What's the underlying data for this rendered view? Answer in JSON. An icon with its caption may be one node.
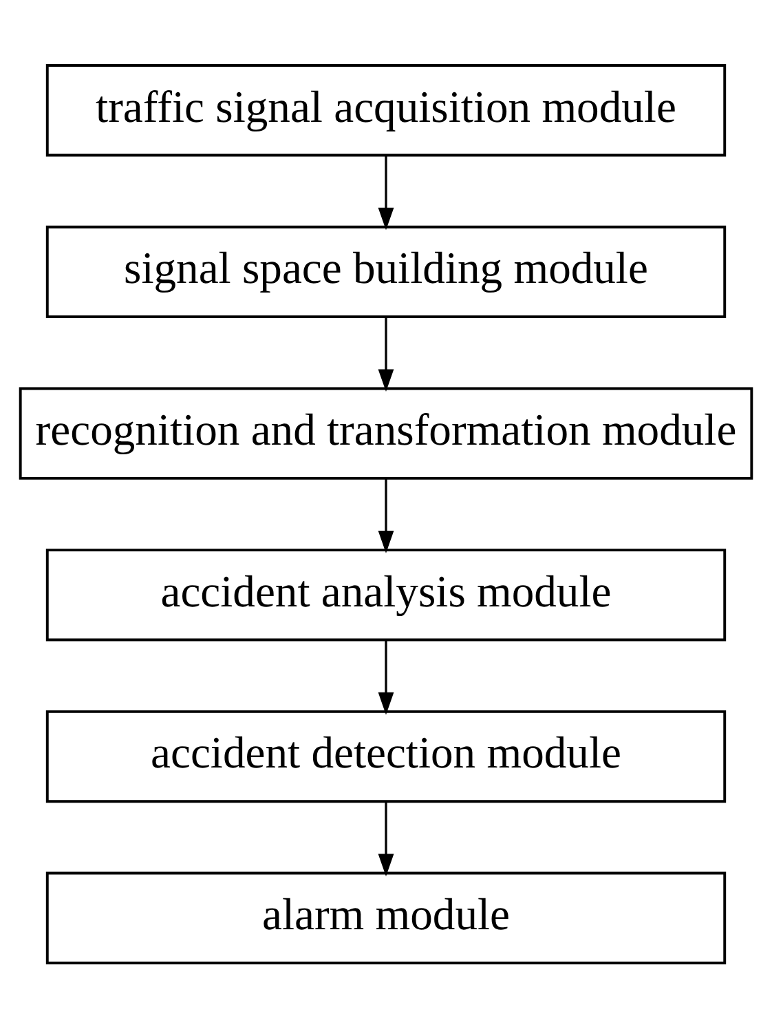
{
  "diagram": {
    "nodes": [
      {
        "text": [
          "traffic signal acquisition module"
        ]
      },
      {
        "text": [
          "signal space building module"
        ]
      },
      {
        "text": [
          "recognition and transformation module"
        ]
      },
      {
        "text": [
          "accident analysis module"
        ]
      },
      {
        "text": [
          "accident detection module"
        ]
      },
      {
        "text": [
          "alarm module"
        ]
      }
    ],
    "edges": [
      {
        "from": 0,
        "to": 1,
        "arrow": "to"
      },
      {
        "from": 1,
        "to": 2,
        "arrow": "to"
      },
      {
        "from": 2,
        "to": 3,
        "arrow": "to"
      },
      {
        "from": 3,
        "to": 4,
        "arrow": "to"
      },
      {
        "from": 4,
        "to": 5,
        "arrow": "to"
      }
    ]
  }
}
